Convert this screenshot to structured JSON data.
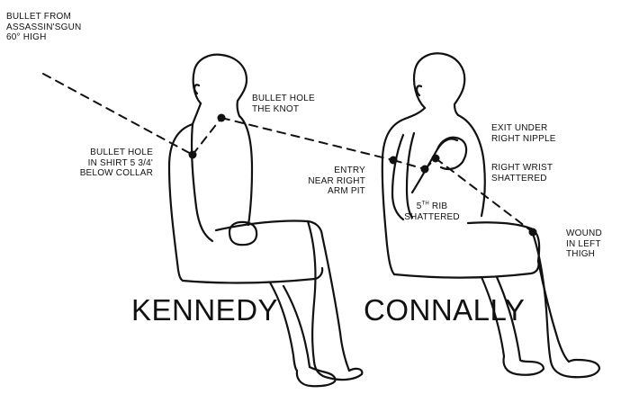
{
  "labels": {
    "bullet_from": [
      "BULLET FROM",
      "ASSASSIN'SGUN",
      "60° HIGH"
    ],
    "bullet_hole_knot": [
      "BULLET HOLE",
      "THE KNOT"
    ],
    "bullet_hole_shirt": [
      "BULLET HOLE",
      "IN SHIRT 5 3/4'",
      "BELOW COLLAR"
    ],
    "entry": [
      "ENTRY",
      "NEAR RIGHT",
      "ARM PIT"
    ],
    "rib": {
      "num": "5",
      "sup": "TH",
      "rest": " RIB",
      "line2": "SHATTERED"
    },
    "exit": [
      "EXIT UNDER",
      "RIGHT NIPPLE"
    ],
    "wrist": [
      "RIGHT WRIST",
      "SHATTERED"
    ],
    "wound": [
      "WOUND",
      "IN LEFT",
      "THIGH"
    ]
  },
  "names": {
    "kennedy": "KENNEDY",
    "connally": "CONNALLY"
  },
  "colors": {
    "ink": "#111111",
    "background": "#ffffff"
  }
}
